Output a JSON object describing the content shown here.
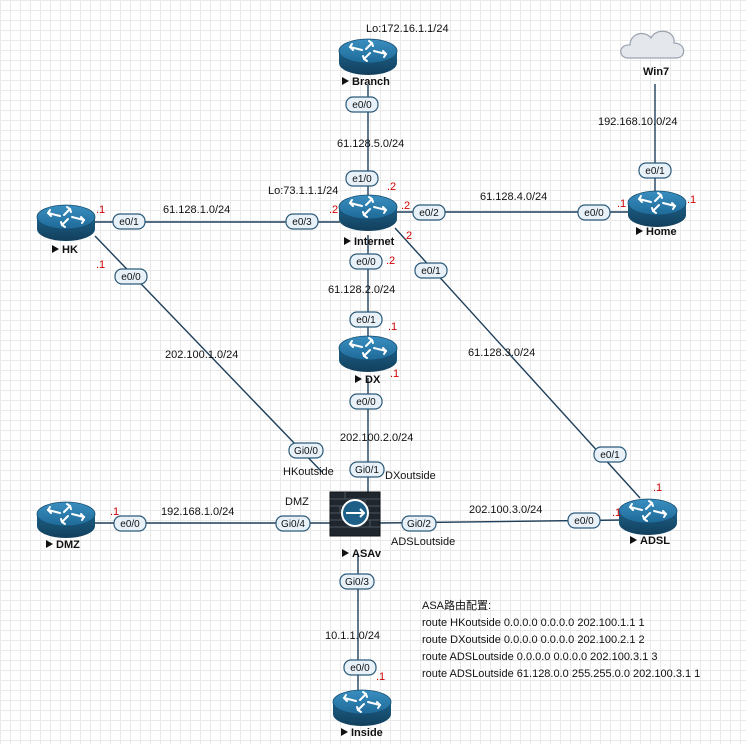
{
  "devices": {
    "branch": "Branch",
    "internet": "Internet",
    "hk": "HK",
    "home": "Home",
    "win7": "Win7",
    "dx": "DX",
    "dmz": "DMZ",
    "asav": "ASAv",
    "adsl": "ADSL",
    "inside": "Inside"
  },
  "networks": {
    "branch_internet": "61.128.5.0/24",
    "hk_internet": "61.128.1.0/24",
    "internet_home": "61.128.4.0/24",
    "win7_home": "192.168.10.0/24",
    "internet_dx": "61.128.2.0/24",
    "internet_adsl": "61.128.3.0/24",
    "hk_asa": "202.100.1.0/24",
    "dx_asa": "202.100.2.0/24",
    "dmz_asa": "192.168.1.0/24",
    "asa_adsl": "202.100.3.0/24",
    "asa_inside": "10.1.1.0/24"
  },
  "loopbacks": {
    "branch": "Lo:172.16.1.1/24",
    "internet": "Lo:73.1.1.1/24"
  },
  "interfaces": {
    "branch_e00": "e0/0",
    "internet_e10": "e1/0",
    "internet_e03": "e0/3",
    "internet_e02": "e0/2",
    "internet_e00": "e0/0",
    "internet_e01": "e0/1",
    "hk_e01": "e0/1",
    "hk_e00": "e0/0",
    "home_e01": "e0/1",
    "home_e00": "e0/0",
    "dx_e01": "e0/1",
    "dx_e00": "e0/0",
    "asa_gi00": "Gi0/0",
    "asa_gi01": "Gi0/1",
    "asa_gi04": "Gi0/4",
    "asa_gi02": "Gi0/2",
    "asa_gi03": "Gi0/3",
    "dmz_e00": "e0/0",
    "adsl_e01": "e0/1",
    "adsl_e00": "e0/0",
    "inside_e00": "e0/0"
  },
  "host_addresses": {
    "internet_a": ".2",
    "internet_b": ".2",
    "internet_c": ".2",
    "internet_d": ".2",
    "hk_a": ".1",
    "hk_b": ".1",
    "home_a": ".1",
    "home_b": ".1",
    "dx_a": ".1",
    "dx_b": ".1",
    "dmz": ".1",
    "adsl_a": ".1",
    "adsl_b": ".1",
    "inside": ".1"
  },
  "asa_nameifs": {
    "hk": "HKoutside",
    "dx": "DXoutside",
    "dmz": "DMZ",
    "adsl": "ADSLoutside"
  },
  "asa_config": {
    "title": "ASA路由配置:",
    "lines": [
      "route HKoutside 0.0.0.0 0.0.0.0 202.100.1.1 1",
      "route DXoutside 0.0.0.0 0.0.0.0 202.100.2.1 2",
      "route ADSLoutside 0.0.0.0 0.0.0.0 202.100.3.1 3",
      "route ADSLoutside 61.128.0.0 255.255.0.0 202.100.3.1 1"
    ]
  },
  "colors": {
    "router_body": "#1d5f86",
    "router_top": "#2d7fae",
    "link": "#1f3f5a",
    "address_label": "#d10000",
    "interface_box": "#e8f1f8"
  }
}
